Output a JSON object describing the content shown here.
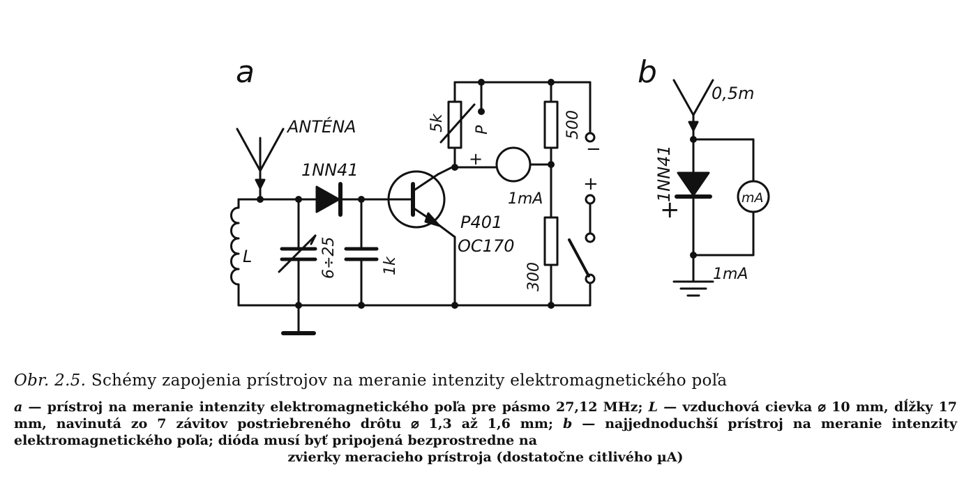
{
  "diagram_a": {
    "panel_label": "a",
    "antenna_label": "ANTÉNA",
    "diode_label": "1NN41",
    "inductor_label": "L",
    "varcap_label": "6÷25",
    "cap_label": "1k",
    "pot_value": "5k",
    "pot_label": "P",
    "plus_meter": "+",
    "meter_label": "1mA",
    "transistor_label_1": "P401",
    "transistor_label_2": "OC170",
    "r500_label": "500",
    "r300_label": "300",
    "term_minus": "−",
    "term_plus": "+"
  },
  "diagram_b": {
    "panel_label": "b",
    "antenna_label": "0,5m",
    "diode_label": "1NN41",
    "plus_label": "+",
    "meter_symbol": "mA",
    "meter_label": "1mA"
  },
  "caption": {
    "fig_no": "Obr. 2.5.",
    "title": "Schémy zapojenia prístrojov na meranie intenzity elektromagnetického poľa",
    "a_mark": "a",
    "a_text": " — prístroj na meranie intenzity elektromagnetického poľa pre pásmo 27,12 MHz; ",
    "l_mark": "L",
    "l_text": " — vzduchová cievka ⌀ 10 mm, dĺžky 17 mm, navinutá zo 7 závitov postriebreného drôtu ⌀ 1,3 až 1,6 mm; ",
    "b_mark": "b",
    "b_text": " — najjednoduchší prístroj na meranie intenzity elektromagnetického poľa; dióda musí byť pripojená bezprostredne na",
    "last_line": "zvierky meracieho prístroja (dostatočne citlivého µA)"
  },
  "colors": {
    "ink": "#111111",
    "paper": "#ffffff"
  }
}
